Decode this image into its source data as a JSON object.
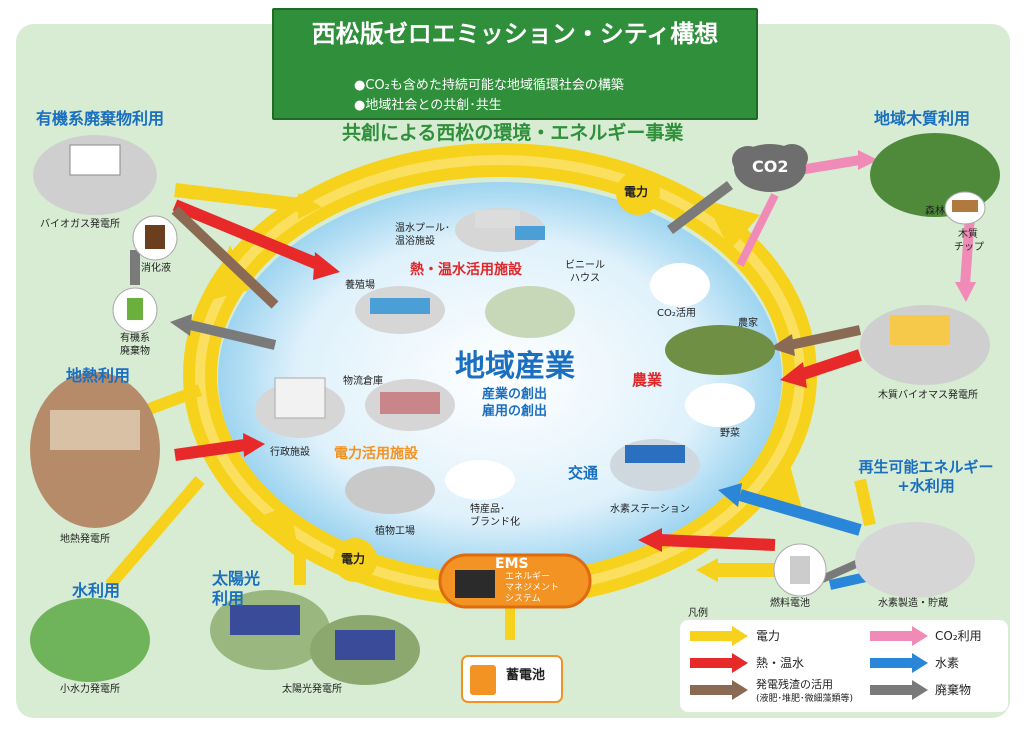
{
  "title": "西松版ゼロエミッション・シティ構想",
  "bullets": [
    "●CO₂も含めた持続可能な地域循環社会の構築",
    "●地域社会との共創･共生"
  ],
  "ring_title": "共創による西松の環境・エネルギー事業",
  "center": {
    "main": "地域産業",
    "sub1": "産業の創出",
    "sub2": "雇用の創出"
  },
  "sections": {
    "organic": "有機系廃棄物利用",
    "geothermal": "地熱利用",
    "water": "水利用",
    "solar1": "太陽光",
    "solar2": "利用",
    "wood": "地域木質利用",
    "renew1": "再生可能エネルギー",
    "renew2": "+水利用"
  },
  "facilities": {
    "heat": "熱・温水活用施設",
    "power": "電力活用施設",
    "agri": "農業",
    "transport": "交通"
  },
  "labels": {
    "biogas": "バイオガス発電所",
    "digest": "消化液",
    "organic_waste1": "有機系",
    "organic_waste2": "廃棄物",
    "pool1": "温水プール･",
    "pool2": "温浴施設",
    "greenhouse1": "ビニール",
    "greenhouse2": "ハウス",
    "aquaculture": "養殖場",
    "co2use": "CO₂活用",
    "logistics": "物流倉庫",
    "admin": "行政施設",
    "plant_factory": "植物工場",
    "specialty1": "特産品･",
    "specialty2": "ブランド化",
    "farmer": "農家",
    "vegetables": "野菜",
    "h2station": "水素ステーション",
    "fuelcell": "燃料電池",
    "h2prod": "水素製造・貯蔵",
    "geo_plant": "地熱発電所",
    "hydro": "小水力発電所",
    "solar_plant": "太陽光発電所",
    "forest": "森林",
    "chip1": "木質",
    "chip2": "チップ",
    "wood_plant": "木質バイオマス発電所",
    "co2": "CO2",
    "power_top": "電力",
    "power_bottom": "電力",
    "ems": "EMS",
    "ems1": "エネルギー",
    "ems2": "マネジメント",
    "ems3": "システム",
    "battery": "蓄電池"
  },
  "legend": {
    "title": "凡例",
    "items": [
      {
        "label": "電力",
        "color": "#f7d21c"
      },
      {
        "label": "CO₂利用",
        "color": "#f08bb8"
      },
      {
        "label": "熱・温水",
        "color": "#e8292a"
      },
      {
        "label": "水素",
        "color": "#2a86d8"
      },
      {
        "label": "発電残渣の活用",
        "sub": "(液肥･堆肥･微細藻類等)",
        "color": "#8a6a52"
      },
      {
        "label": "廃棄物",
        "color": "#7a7a7a"
      }
    ]
  },
  "colors": {
    "bg": "#d7ecd3",
    "power": "#f7d21c",
    "heat": "#e8292a",
    "co2": "#f08bb8",
    "h2": "#2a86d8",
    "residue": "#8a6a52",
    "waste": "#7a7a7a",
    "title": "#2f8f3a"
  }
}
